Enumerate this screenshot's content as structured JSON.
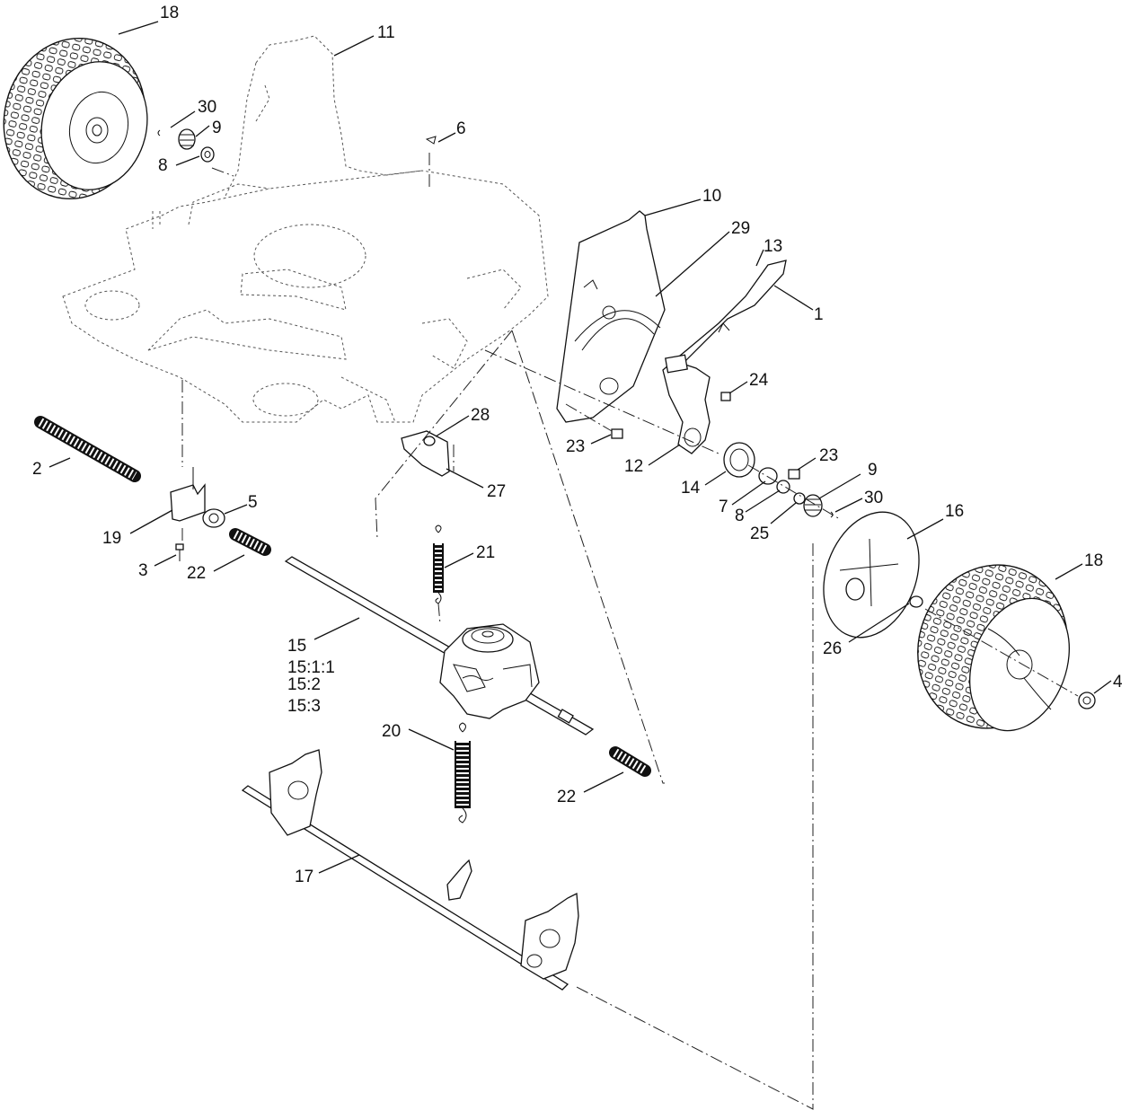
{
  "diagram": {
    "labels": [
      "18",
      "11",
      "30",
      "9",
      "8",
      "6",
      "10",
      "29",
      "13",
      "1",
      "24",
      "23",
      "28",
      "27",
      "12",
      "23",
      "9",
      "14",
      "7",
      "8",
      "30",
      "25",
      "16",
      "18",
      "2",
      "5",
      "19",
      "3",
      "22",
      "21",
      "15",
      "15:1:1",
      "15:2",
      "15:3",
      "26",
      "4",
      "20",
      "22",
      "17"
    ]
  }
}
